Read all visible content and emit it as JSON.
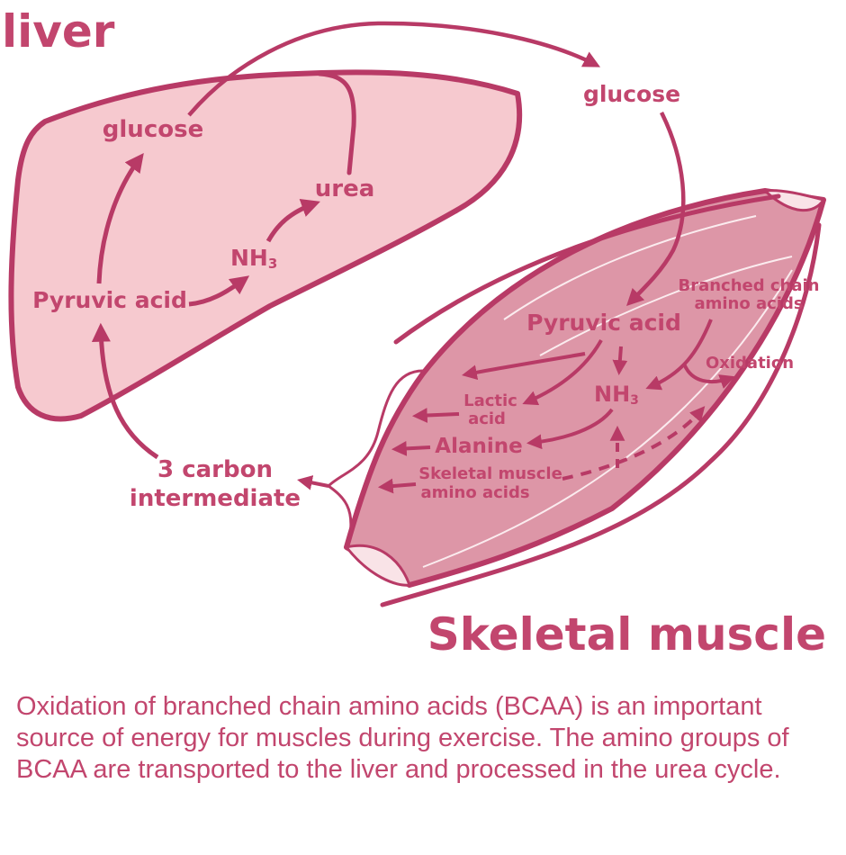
{
  "colors": {
    "stroke": "#b83a66",
    "text": "#c2466e",
    "liver_fill": "#f6c9cf",
    "muscle_fill": "#dd96a7",
    "muscle_end": "#f9e3e7"
  },
  "liver": {
    "title": "liver",
    "glucose": "glucose",
    "urea": "urea",
    "nh3_base": "NH",
    "nh3_sub": "3",
    "pyruvic_acid": "Pyruvic acid"
  },
  "between": {
    "glucose": "glucose",
    "carbon_line1": "3 carbon",
    "carbon_line2": "intermediate"
  },
  "muscle": {
    "title": "Skeletal muscle",
    "pyruvic_acid": "Pyruvic acid",
    "bcaa_line1": "Branched chain",
    "bcaa_line2": "amino acids",
    "oxidation": "Oxidation",
    "nh3_base": "NH",
    "nh3_sub": "3",
    "lactic_line1": "Lactic",
    "lactic_line2": "acid",
    "alanine": "Alanine",
    "sm_line1": "Skeletal muscle",
    "sm_line2": "amino acids"
  },
  "caption": "Oxidation of branched chain amino acids (BCAA) is an important source of energy for muscles during exercise. The amino groups of BCAA are transported to the liver and processed in the urea cycle."
}
